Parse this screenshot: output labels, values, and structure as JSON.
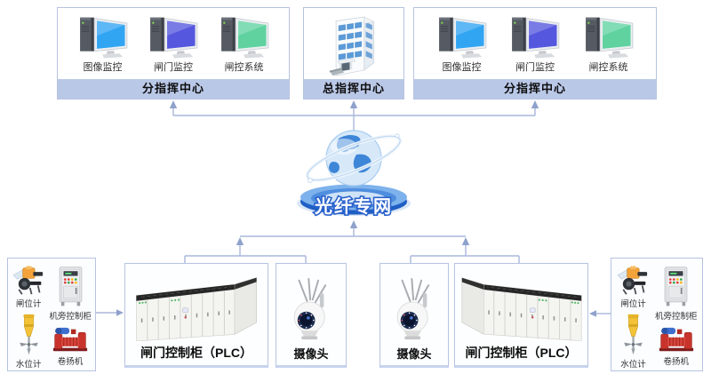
{
  "colors": {
    "connector_line": "#a9b7da",
    "connector_arrow": "#8fa2cc",
    "banner_bg": "#bac8e8",
    "box_border": "#b6c3e2",
    "network_disc_blue": "#2f6fd8",
    "monitor_screen_blue": "#31a5f2",
    "monitor_screen_purple": "#5558de",
    "monitor_screen_green": "#5fd2a0"
  },
  "top": {
    "left_center": {
      "banner": "分指挥中心",
      "monitors": [
        {
          "label": "图像监控",
          "screen_color": "#31a5f2"
        },
        {
          "label": "闸门监控",
          "screen_color": "#5558de"
        },
        {
          "label": "闸控系统",
          "screen_color": "#5fd2a0"
        }
      ]
    },
    "hq": {
      "banner": "总指挥中心"
    },
    "right_center": {
      "banner": "分指挥中心",
      "monitors": [
        {
          "label": "图像监控",
          "screen_color": "#31a5f2"
        },
        {
          "label": "闸门监控",
          "screen_color": "#5558de"
        },
        {
          "label": "闸控系统",
          "screen_color": "#5fd2a0"
        }
      ]
    }
  },
  "network": {
    "label": "光纤专网"
  },
  "bottom": {
    "left_devices": {
      "items": [
        {
          "label": "闸位计"
        },
        {
          "label": "机旁控制柜"
        },
        {
          "label": "水位计"
        },
        {
          "label": "卷扬机"
        }
      ]
    },
    "left_plc": {
      "label": "闸门控制柜（PLC）"
    },
    "left_camera": {
      "label": "摄像头"
    },
    "right_camera": {
      "label": "摄像头"
    },
    "right_plc": {
      "label": "闸门控制柜（PLC）"
    },
    "right_devices": {
      "items": [
        {
          "label": "闸位计"
        },
        {
          "label": "机旁控制柜"
        },
        {
          "label": "水位计"
        },
        {
          "label": "卷扬机"
        }
      ]
    }
  }
}
